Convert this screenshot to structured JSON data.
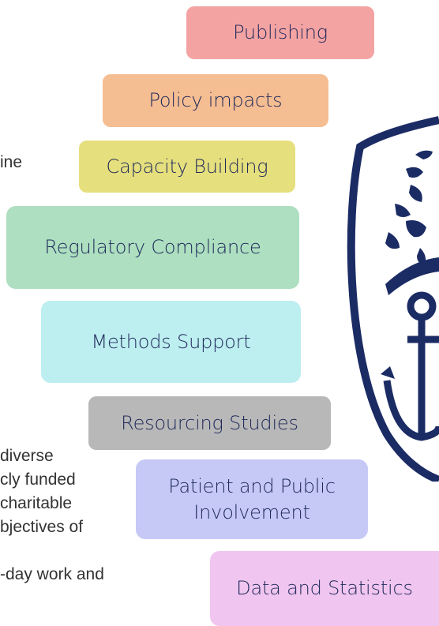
{
  "background_text": {
    "fragment_1": "ine",
    "fragment_2": "diverse",
    "fragment_3": "cly funded",
    "fragment_4": "charitable",
    "fragment_5": "bjectives of",
    "fragment_6": "-day  work  and"
  },
  "boxes": [
    {
      "label": "Publishing",
      "color": "#f4a3a3"
    },
    {
      "label": "Policy impacts",
      "color": "#f5bd92"
    },
    {
      "label": "Capacity Building",
      "color": "#e6df7d"
    },
    {
      "label": "Regulatory Compliance",
      "color": "#addfc0"
    },
    {
      "label": "Methods Support",
      "color": "#bdeef0"
    },
    {
      "label": "Resourcing Studies",
      "color": "#b8b8b8"
    },
    {
      "label": "Patient and Public Involvement",
      "color": "#c6c9f6"
    },
    {
      "label": "Data and Statistics",
      "color": "#f0c5ef"
    }
  ],
  "crest": {
    "icon": "crest-emblem-icon",
    "color": "#1b2b64"
  }
}
